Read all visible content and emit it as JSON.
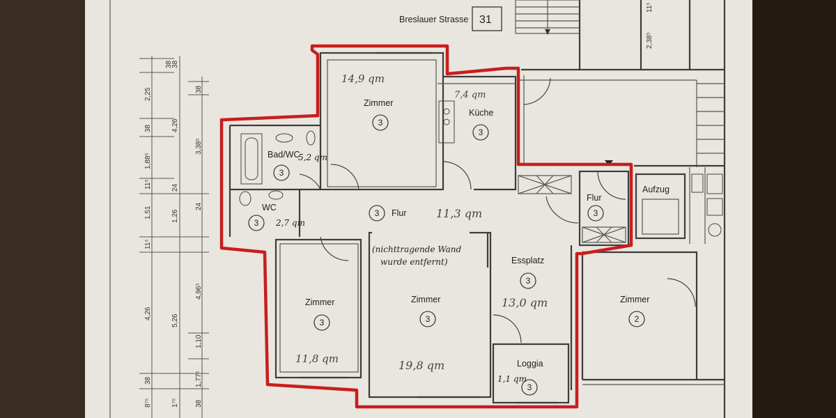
{
  "header": {
    "street": "Breslauer Strasse",
    "house_number": "31"
  },
  "rooms": [
    {
      "id": "zimmer-top",
      "label": "Zimmer",
      "number": "3",
      "area_note": "14,9 qm"
    },
    {
      "id": "kueche",
      "label": "Küche",
      "number": "3",
      "area_note": "7,4 qm"
    },
    {
      "id": "bad",
      "label": "Bad/WC",
      "number": "3",
      "area_note": "5,2 qm"
    },
    {
      "id": "wc",
      "label": "WC",
      "number": "3",
      "area_note": "2,7 qm"
    },
    {
      "id": "flur-main",
      "label": "Flur",
      "number": "3",
      "area_note": "11,3 qm"
    },
    {
      "id": "flur-small",
      "label": "Flur",
      "number": "3",
      "area_note": ""
    },
    {
      "id": "aufzug",
      "label": "Aufzug",
      "number": "",
      "area_note": ""
    },
    {
      "id": "zimmer-left",
      "label": "Zimmer",
      "number": "3",
      "area_note": "11,8 qm"
    },
    {
      "id": "zimmer-center",
      "label": "Zimmer",
      "number": "3",
      "area_note": "19,8 qm"
    },
    {
      "id": "essplatz",
      "label": "Essplatz",
      "number": "3",
      "area_note": "13,0 qm"
    },
    {
      "id": "loggia",
      "label": "Loggia",
      "number": "3",
      "area_note": "1,1 qm"
    },
    {
      "id": "zimmer-right",
      "label": "Zimmer",
      "number": "2",
      "area_note": ""
    }
  ],
  "notes": {
    "wall_line1": "(nichttragende Wand",
    "wall_line2": "wurde entfernt)"
  },
  "dimensions_outer": [
    "38",
    "2,25",
    "38",
    "1,88⁵",
    "11⁵",
    "1,51",
    "11⁵",
    "4,26",
    "38",
    "8⁷⁵"
  ],
  "dimensions_inner": [
    "38",
    "4,26",
    "24",
    "1,26",
    "4,96⁵",
    "1,10",
    "1,77⁵",
    "1⁷⁵",
    "38"
  ],
  "dimensions_third": [
    "3,38⁵",
    "24",
    "5,26",
    "38"
  ],
  "dimensions_right": [
    "2,38⁵",
    "11⁵"
  ]
}
